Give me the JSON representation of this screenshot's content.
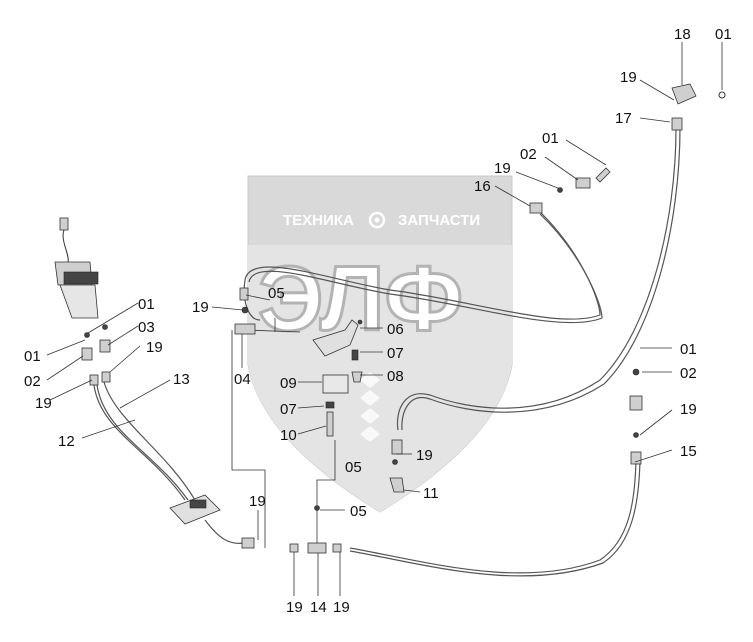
{
  "watermark": {
    "brand_left": "ТЕХНИКА",
    "brand_right": "ЗАПЧАСТИ",
    "logo_letters": "ЭЛФ",
    "shield_color": "#d9d9d9"
  },
  "part_labels": {
    "l01a": "01",
    "l18": "18",
    "l19a": "19",
    "l17": "17",
    "l01b": "01",
    "l02a": "02",
    "l19b": "19",
    "l16": "16",
    "l01c": "01",
    "l03": "03",
    "l19c": "19",
    "l01d": "01",
    "l02b": "02",
    "l19d": "19",
    "l13": "13",
    "l12": "12",
    "l19e": "19",
    "l05a": "05",
    "l04": "04",
    "l06": "06",
    "l07a": "07",
    "l08": "08",
    "l09": "09",
    "l07b": "07",
    "l10": "10",
    "l05b": "05",
    "l19f": "19",
    "l11": "11",
    "l05c": "05",
    "l01e": "01",
    "l02c": "02",
    "l19g": "19",
    "l15": "15",
    "l19h": "19",
    "l19i": "19",
    "l14": "14",
    "l19j": "19"
  }
}
